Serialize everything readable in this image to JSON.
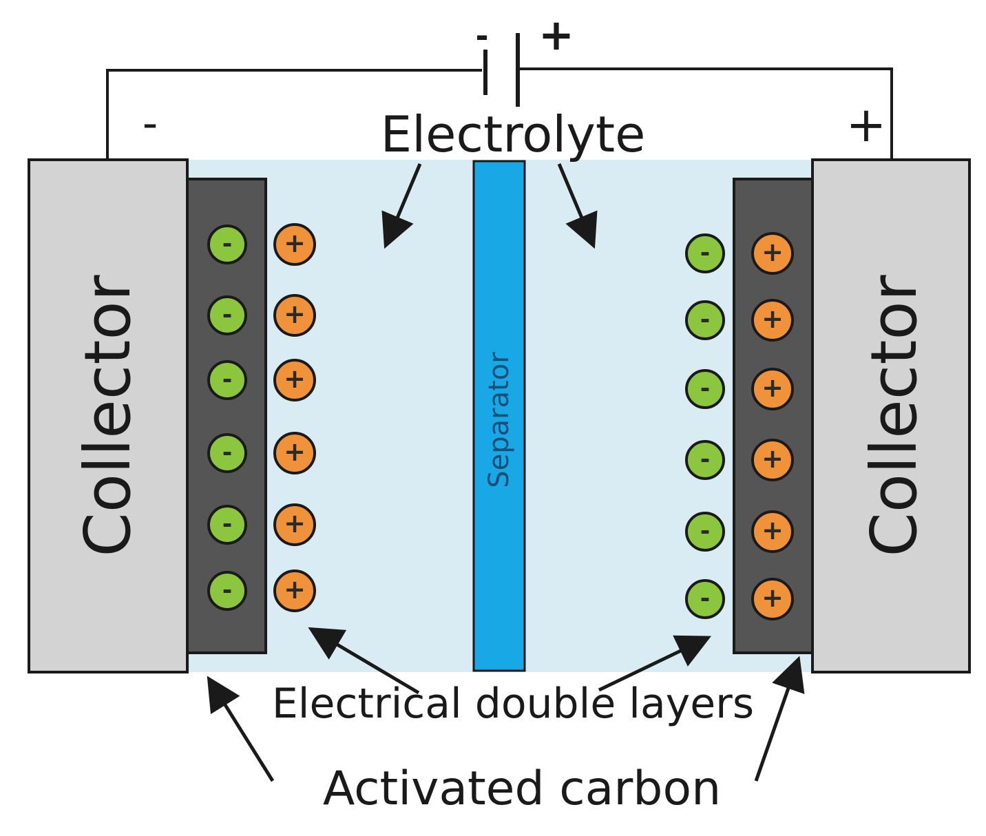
{
  "colors": {
    "electrolyte": "#d9ebf3",
    "collector": "#d3d3d3",
    "carbon": "#555555",
    "separator": "#18a8e6",
    "anion": "#8cc63e",
    "cation": "#f0923a",
    "stroke": "#1a1a1a"
  },
  "battery": {
    "neg_sign": "-",
    "pos_sign": "+"
  },
  "terminals": {
    "left_sign": "-",
    "right_sign": "+"
  },
  "labels": {
    "electrolyte": "Electrolyte",
    "collector_left": "Collector",
    "collector_right": "Collector",
    "separator": "Separator",
    "double_layers": "Electrical double layers",
    "activated_carbon": "Activated carbon"
  },
  "ions": {
    "anion_sign": "-",
    "cation_sign": "+",
    "left_anion_count": 6,
    "left_cation_count": 6,
    "right_anion_count": 6,
    "right_cation_count": 6
  }
}
